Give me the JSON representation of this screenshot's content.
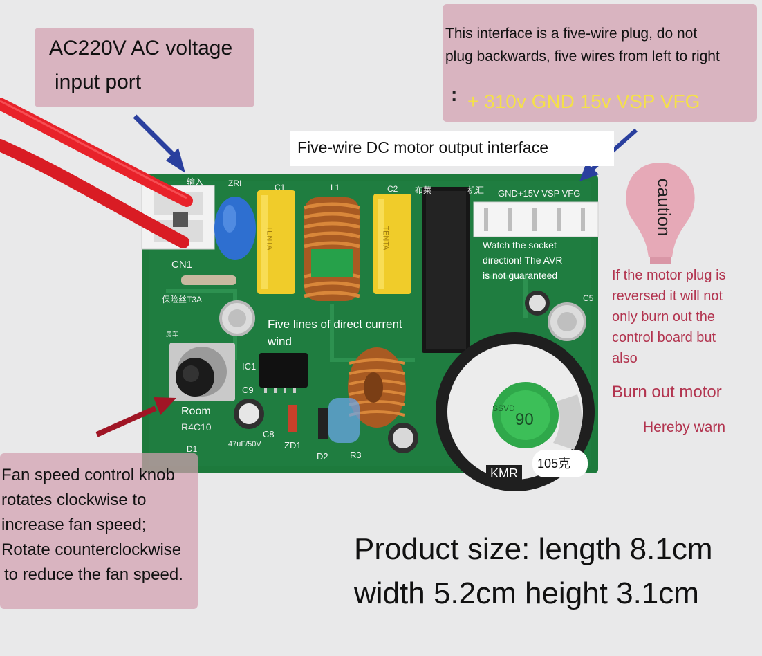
{
  "callouts": {
    "ac_input": {
      "line1": "AC220V AC voltage",
      "line2": "input port"
    },
    "five_wire_plug": {
      "line1": "This interface is a five-wire plug, do not",
      "line2": "plug backwards, five wires from left to right",
      "colon": ":",
      "wires": "+ 310v GND 15v VSP VFG"
    },
    "motor_output": "Five-wire DC motor output interface",
    "fan_knob": {
      "line1": "Fan speed control knob",
      "line2": "rotates clockwise to",
      "line3": "increase fan speed;",
      "line4": "Rotate counterclockwise",
      "line5": "to reduce the fan speed."
    },
    "product_size": {
      "line1": "Product size: length 8.1cm",
      "line2": "width 5.2cm height 3.1cm"
    },
    "caution": "caution",
    "warning": {
      "line1": "If the motor plug is",
      "line2": "reversed it will not",
      "line3": "only burn out the",
      "line4": "control board but",
      "line5": "also",
      "burn_motor": "Burn out motor",
      "hereby": "Hereby warn"
    }
  },
  "board_overlays": {
    "socket_note": {
      "line1": "Watch the socket",
      "line2": "direction! The AVR",
      "line3": "is not guaranteed"
    },
    "dc_wind": {
      "line1": "Five lines of direct current",
      "line2": "wind"
    },
    "room": "Room",
    "room_sub": "R4C10",
    "weight": "105克",
    "brand": "KMR",
    "cap_code": "SSVD",
    "cap_value": "90"
  },
  "silkscreen": {
    "input_cn": "输入",
    "zri": "ZRI",
    "c1": "C1",
    "l1": "L1",
    "c2": "C2",
    "bulai": "布莱",
    "jihui": "机汇",
    "connector": "GND+15V VSP VFG",
    "cn1": "CN1",
    "fuse": "保险丝T3A",
    "fangche": "房车",
    "ic1": "IC1",
    "c9": "C9",
    "c8": "C8",
    "zd1": "ZD1",
    "d2": "D2",
    "r3": "R3",
    "cap_rating": "47uF/50V",
    "c5": "C5",
    "d1": "D1",
    "tenta1": "TENTA",
    "tenta2": "TENTA"
  },
  "colors": {
    "pcb": "#1d7a3c",
    "pcb_dark": "#14602e",
    "pink_box": "#d2a0b0",
    "highlight_yellow": "#f4e04a",
    "warning_red": "#b2344f",
    "wire_red": "#e8222a",
    "arrow_blue": "#2a3f9e",
    "arrow_red": "#a01525"
  }
}
